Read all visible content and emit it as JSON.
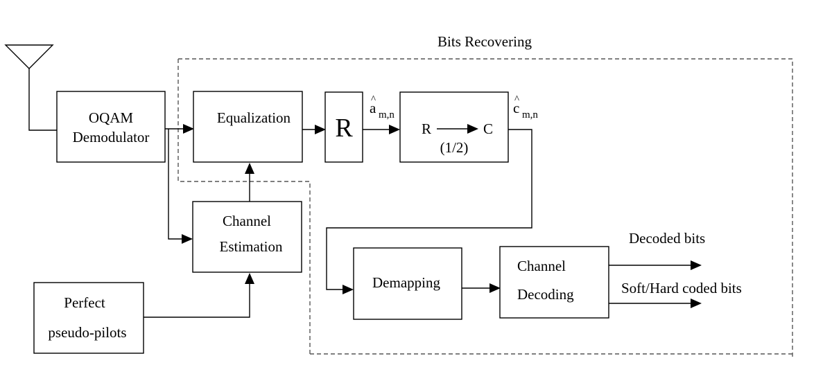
{
  "group": {
    "title": "Bits Recovering"
  },
  "blocks": {
    "demodulator": {
      "line1": "OQAM",
      "line2": "Demodulator"
    },
    "equalization": {
      "label": "Equalization"
    },
    "r_block": {
      "label": "R"
    },
    "converter": {
      "from": "R",
      "to": "C",
      "ratio": "(1/2)"
    },
    "channel_estimation": {
      "line1": "Channel",
      "line2": "Estimation"
    },
    "pilots": {
      "line1": "Perfect",
      "line2": "pseudo-pilots"
    },
    "demapping": {
      "label": "Demapping"
    },
    "channel_decoding": {
      "line1": "Channel",
      "line2": "Decoding"
    }
  },
  "signals": {
    "a_hat": {
      "hat": "^",
      "symbol": "a",
      "subscript": "m,n"
    },
    "c_hat": {
      "hat": "^",
      "symbol": "c",
      "subscript": "m,n"
    }
  },
  "outputs": {
    "decoded": "Decoded bits",
    "coded": "Soft/Hard coded bits"
  },
  "icons": {
    "antenna": "antenna-icon"
  }
}
